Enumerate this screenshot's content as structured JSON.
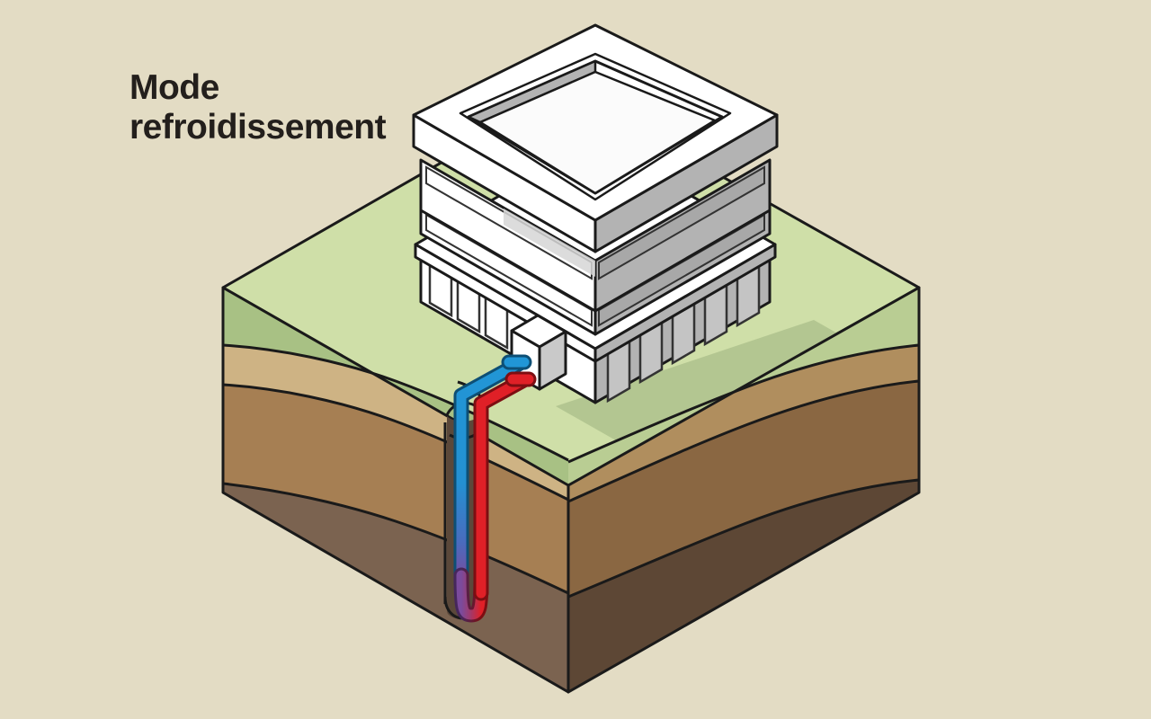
{
  "figure": {
    "title_lines": [
      "Mode",
      "refroidissement"
    ],
    "background_color": "#e3dcc4",
    "title_color": "#231f1c",
    "outline_color": "#1a1a1a"
  },
  "ground": {
    "label": "ground-block",
    "layers": [
      {
        "name": "grass",
        "top_color": "#cfdfa8",
        "left_color": "#a8c184",
        "right_color": "#b9cd93"
      },
      {
        "name": "topsoil",
        "top_color": "#d3b787",
        "left_color": "#ceb384",
        "right_color": "#b08e5e"
      },
      {
        "name": "subsoil",
        "top_color": "#a77f53",
        "left_color": "#a67f53",
        "right_color": "#8a6742"
      },
      {
        "name": "bedrock",
        "top_color": "#7b6350",
        "left_color": "#7b6350",
        "right_color": "#5d4735"
      }
    ],
    "shadow_color": "#9fb37e",
    "borehole_color": "#5b483a"
  },
  "building": {
    "label": "office-building",
    "light_face_color": "#ffffff",
    "dark_face_color": "#b3b3b3",
    "top_face_color": "#ffffff",
    "window_light_color": "#ffffff",
    "window_dark_color": "#bdbdbd",
    "roof_well_color": "#b3b3b3",
    "shadow_color": "#cfcfcf",
    "left_window_count": 3,
    "right_window_count": 4
  },
  "heat_pump": {
    "label": "heat-pump-unit",
    "top_color": "#ffffff",
    "front_color": "#ffffff",
    "side_color": "#c9c9c9"
  },
  "pipes": {
    "supply": {
      "name": "cold-supply-pipe",
      "color": "#2196d6",
      "stroke": "#0d4f75",
      "role": "cold fluid to ground"
    },
    "return": {
      "name": "hot-return-pipe",
      "color": "#e02027",
      "stroke": "#7d0e12",
      "role": "hot fluid from building"
    },
    "u_bend_mid_color": "#7b4b9c",
    "width": 11
  }
}
